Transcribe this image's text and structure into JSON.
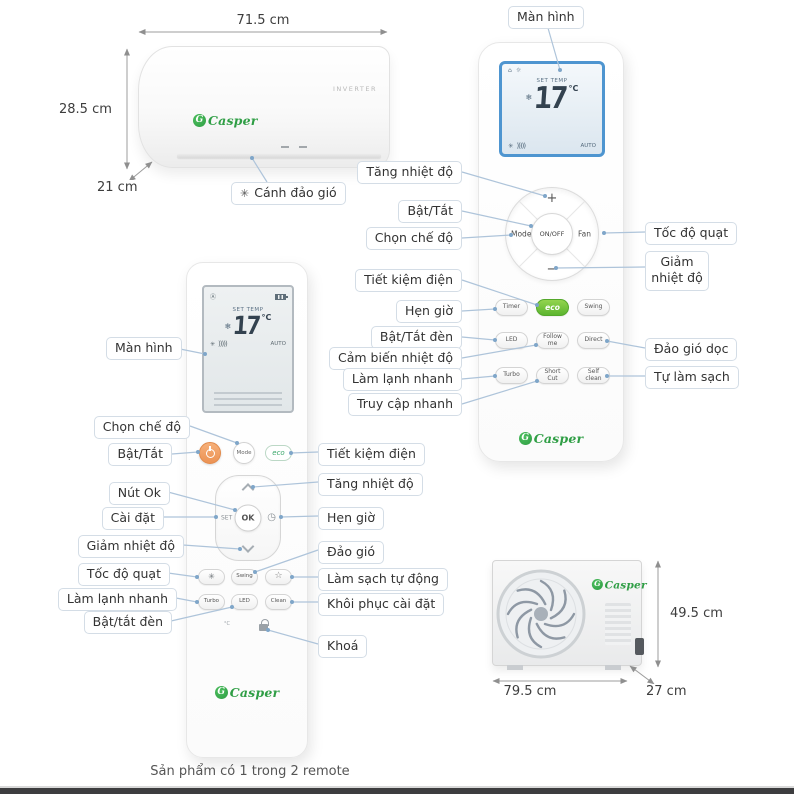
{
  "brand": {
    "name": "Casper",
    "initial": "G"
  },
  "icons": {
    "fan_glyph": "✳",
    "snow_glyph": "❄",
    "sun_glyph": "☼",
    "home_glyph": "⌂",
    "star_glyph": "☆",
    "clock_glyph": "◷",
    "bars_glyph": ")))))",
    "auto_badge": "Ⓐ",
    "temp_unit_toggle": "°C"
  },
  "indoor_unit": {
    "dim_width": "71.5 cm",
    "dim_height": "28.5 cm",
    "dim_depth": "21 cm",
    "inverter_text": "INVERTER",
    "flap_callout": "Cánh đảo gió"
  },
  "remote_right": {
    "screen_callout": "Màn hình",
    "lcd": {
      "set_temp": "SET TEMP",
      "temp": "17",
      "unit": "°C",
      "auto": "AUTO"
    },
    "pad": {
      "plus": "+",
      "minus": "−",
      "mode": "Mode",
      "onoff": "ON/OFF",
      "fan": "Fan"
    },
    "buttons": {
      "timer": "Timer",
      "eco": "eco",
      "swing": "Swing",
      "led": "LED",
      "follow": "Follow me",
      "direct": "Direct",
      "turbo": "Turbo",
      "shortcut": "Short Cut",
      "selfclean": "Self clean"
    },
    "callouts_left": [
      "Tăng nhiệt độ",
      "Bật/Tắt",
      "Chọn chế độ",
      "Tiết kiệm điện",
      "Hẹn giờ",
      "Bật/Tắt đèn",
      "Cảm biến nhiệt độ",
      "Làm lạnh nhanh",
      "Truy cập nhanh"
    ],
    "callouts_right": [
      "Tốc độ quạt",
      "Giảm nhiệt độ",
      "Đảo gió dọc",
      "Tự làm sạch"
    ]
  },
  "remote_left": {
    "screen_callout": "Màn hình",
    "lcd": {
      "set_temp": "SET TEMP",
      "temp": "17",
      "unit": "°C",
      "auto": "AUTO"
    },
    "buttons": {
      "mode": "Mode",
      "eco": "eco",
      "set": "SET",
      "ok": "OK",
      "swing": "Swing",
      "turbo": "Turbo",
      "led": "LED",
      "clean": "Clean"
    },
    "callouts_left": [
      "Chọn chế độ",
      "Bật/Tắt",
      "Nút Ok",
      "Cài đặt",
      "Giảm nhiệt độ",
      "Tốc độ quạt",
      "Làm lạnh nhanh",
      "Bật/tắt đèn"
    ],
    "callouts_right": [
      "Tiết kiệm điện",
      "Tăng nhiệt độ",
      "Hẹn giờ",
      "Đảo gió",
      "Làm sạch tự động",
      "Khôi phục cài đặt",
      "Khoá"
    ]
  },
  "outdoor_unit": {
    "dim_height": "49.5 cm",
    "dim_width": "79.5 cm",
    "dim_depth": "27 cm"
  },
  "footer": {
    "note": "Sản phẩm có 1 trong 2 remote"
  }
}
